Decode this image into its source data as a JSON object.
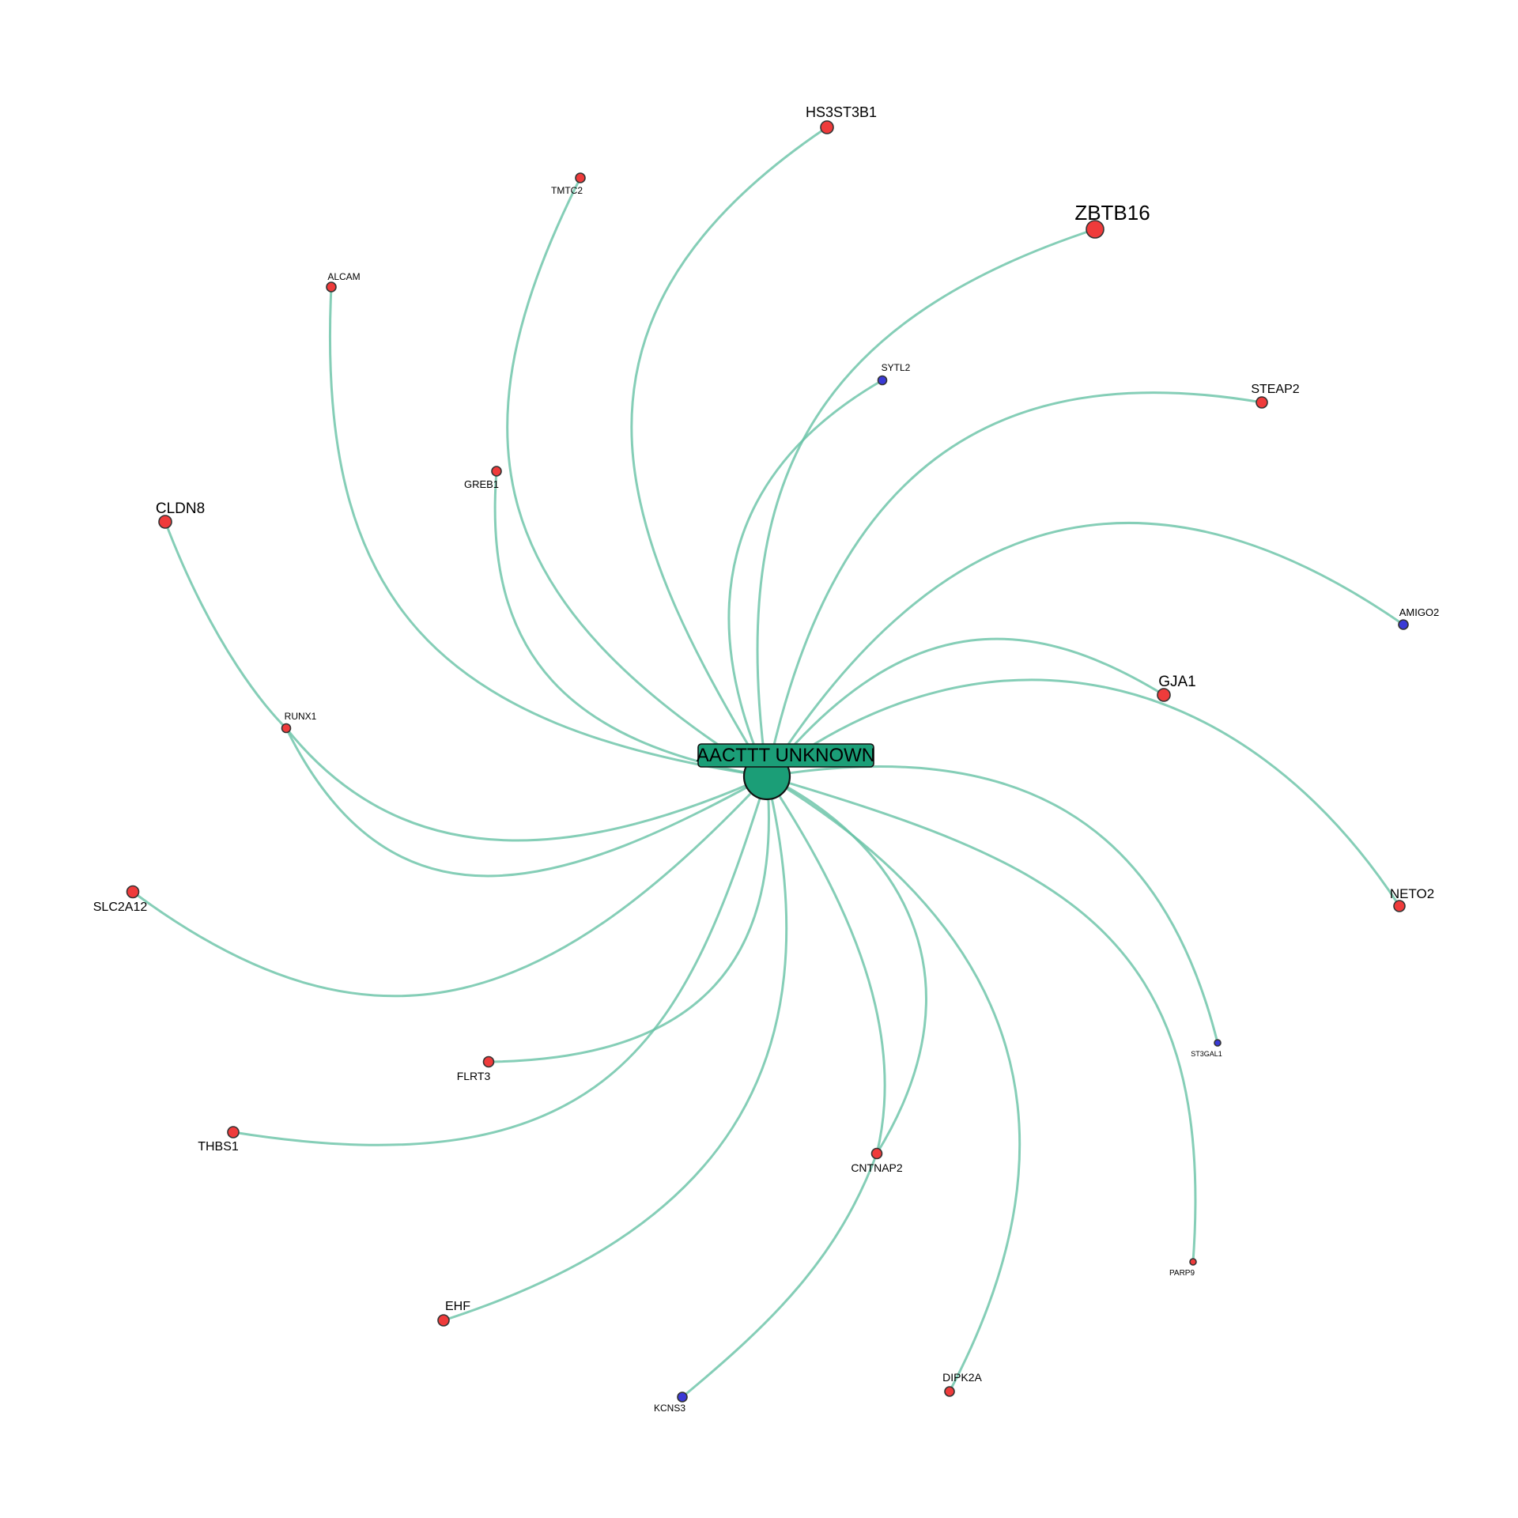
{
  "colors": {
    "hub": "#1b9e77",
    "edge": "#66c2a5",
    "up": "#ef3b3b",
    "down": "#3a3ad6"
  },
  "hub": {
    "label": "AACTTT UNKNOWN"
  },
  "genes": [
    {
      "id": "HS3ST3B1",
      "label": "HS3ST3B1",
      "direction": "up"
    },
    {
      "id": "TMTC2",
      "label": "TMTC2",
      "direction": "up"
    },
    {
      "id": "ZBTB16",
      "label": "ZBTB16",
      "direction": "up"
    },
    {
      "id": "ALCAM",
      "label": "ALCAM",
      "direction": "up"
    },
    {
      "id": "SYTL2",
      "label": "SYTL2",
      "direction": "down"
    },
    {
      "id": "STEAP2",
      "label": "STEAP2",
      "direction": "up"
    },
    {
      "id": "GREB1",
      "label": "GREB1",
      "direction": "up"
    },
    {
      "id": "CLDN8",
      "label": "CLDN8",
      "direction": "up"
    },
    {
      "id": "AMIGO2",
      "label": "AMIGO2",
      "direction": "down"
    },
    {
      "id": "GJA1",
      "label": "GJA1",
      "direction": "up"
    },
    {
      "id": "RUNX1",
      "label": "RUNX1",
      "direction": "up"
    },
    {
      "id": "SLC2A12",
      "label": "SLC2A12",
      "direction": "up"
    },
    {
      "id": "NETO2",
      "label": "NETO2",
      "direction": "up"
    },
    {
      "id": "ST3GAL1",
      "label": "ST3GAL1",
      "direction": "down"
    },
    {
      "id": "FLRT3",
      "label": "FLRT3",
      "direction": "up"
    },
    {
      "id": "THBS1",
      "label": "THBS1",
      "direction": "up"
    },
    {
      "id": "CNTNAP2",
      "label": "CNTNAP2",
      "direction": "up"
    },
    {
      "id": "PARP9",
      "label": "PARP9",
      "direction": "up"
    },
    {
      "id": "EHF",
      "label": "EHF",
      "direction": "up"
    },
    {
      "id": "DIPK2A",
      "label": "DIPK2A",
      "direction": "up"
    },
    {
      "id": "KCNS3",
      "label": "KCNS3",
      "direction": "down"
    }
  ]
}
